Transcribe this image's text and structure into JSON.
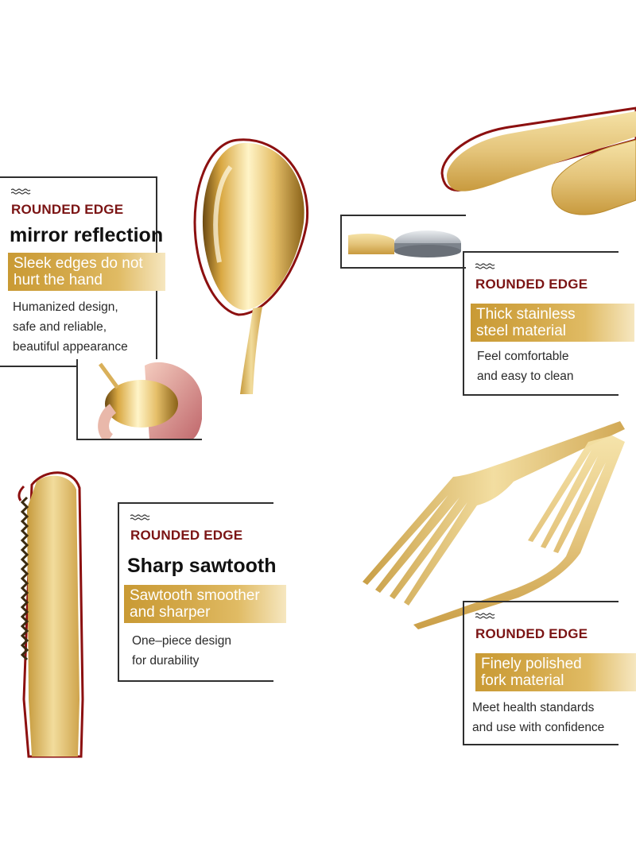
{
  "colors": {
    "accent_red": "#7b1414",
    "gold": "#d4a94a",
    "frame": "#2f2f2f"
  },
  "cards": {
    "spoon": {
      "eyebrow": "ROUNDED EDGE",
      "headline": "mirror reflection",
      "band": [
        "Sleek edges do not",
        "hurt the hand"
      ],
      "body": [
        "Humanized design,",
        "safe and reliable,",
        "beautiful appearance"
      ]
    },
    "handle": {
      "eyebrow": "ROUNDED EDGE",
      "band": [
        "Thick stainless",
        "steel material"
      ],
      "body": [
        "Feel comfortable",
        "and easy to clean"
      ]
    },
    "knife": {
      "eyebrow": "ROUNDED EDGE",
      "headline": "Sharp sawtooth",
      "band": [
        "Sawtooth smoother",
        "and sharper"
      ],
      "body": [
        "One–piece design",
        "for durability"
      ]
    },
    "fork": {
      "eyebrow": "ROUNDED EDGE",
      "band": [
        "Finely polished",
        "fork material"
      ],
      "body": [
        "Meet health standards",
        "and use with confidence"
      ]
    }
  },
  "icons": {
    "waves": "wave-lines-icon"
  }
}
